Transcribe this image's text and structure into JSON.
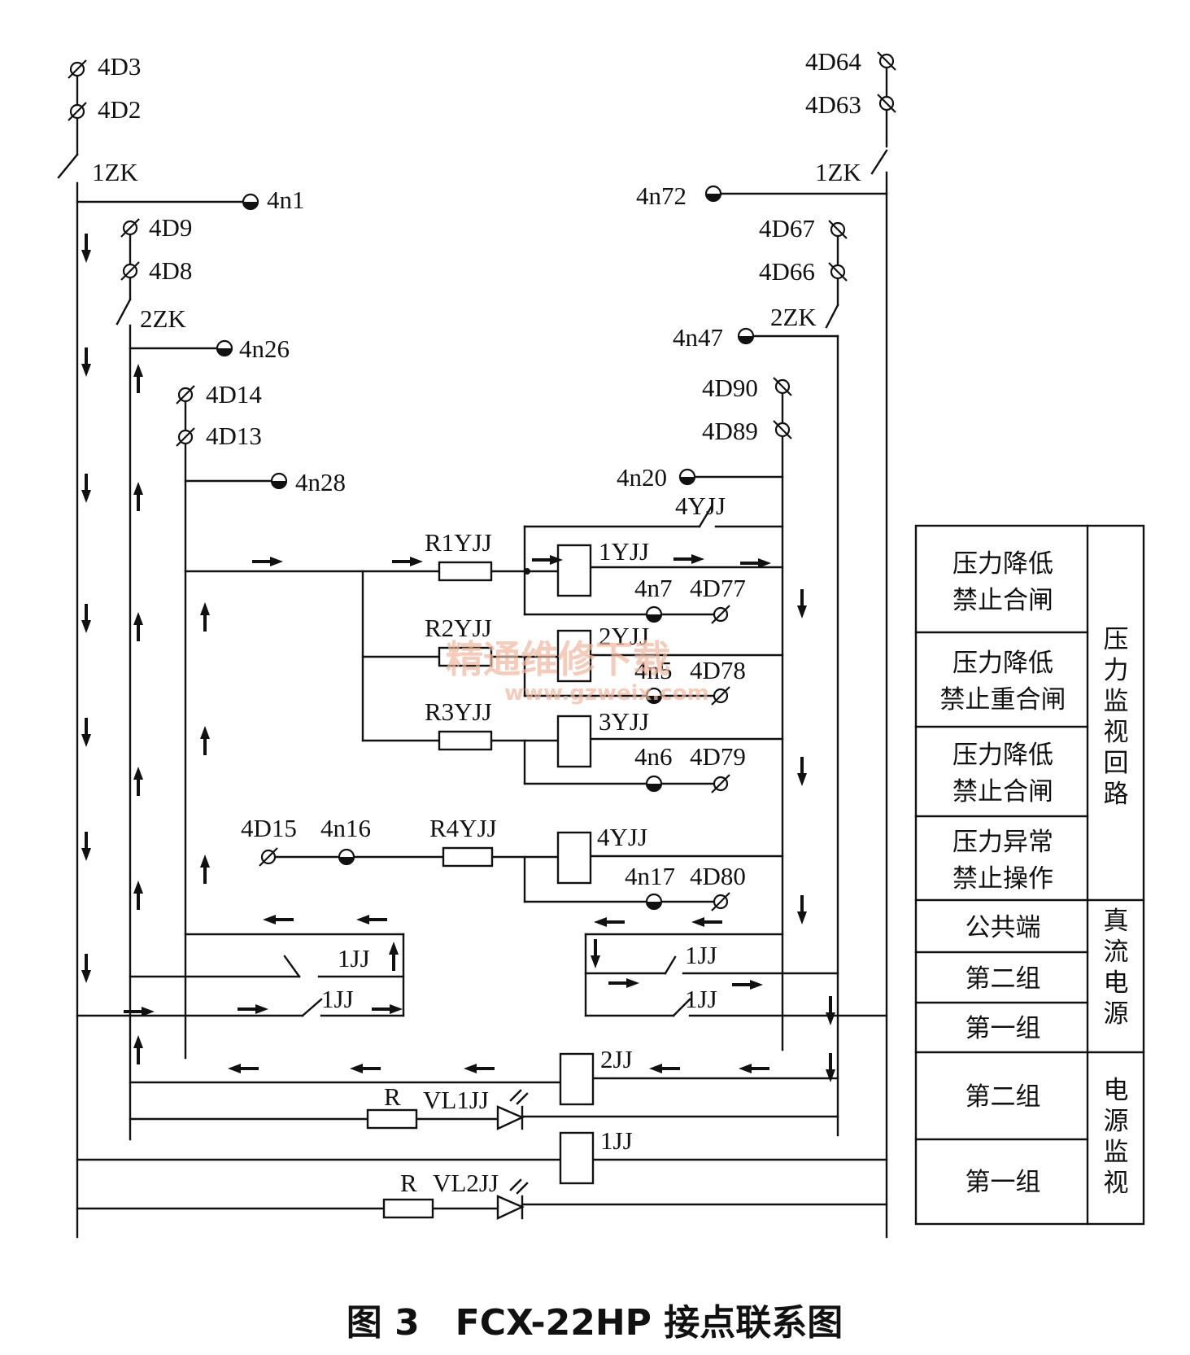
{
  "terminals": {
    "t4D3": "4D3",
    "t4D2": "4D2",
    "t4D64": "4D64",
    "t4D63": "4D63",
    "t4D9": "4D9",
    "t4D8": "4D8",
    "t4D67": "4D67",
    "t4D66": "4D66",
    "t4D14": "4D14",
    "t4D13": "4D13",
    "t4D90": "4D90",
    "t4D89": "4D89",
    "t4D77": "4D77",
    "t4D78": "4D78",
    "t4D79": "4D79",
    "t4D80": "4D80",
    "t4D15": "4D15"
  },
  "nodes": {
    "n1": "4n1",
    "n72": "4n72",
    "n26": "4n26",
    "n47": "4n47",
    "n28": "4n28",
    "n20": "4n20",
    "n7": "4n7",
    "n5": "4n5",
    "n6": "4n6",
    "n16": "4n16",
    "n17": "4n17"
  },
  "switches": {
    "zk1": "1ZK",
    "zk2": "2ZK"
  },
  "components": {
    "r1": "R1YJJ",
    "r2": "R2YJJ",
    "r3": "R3YJJ",
    "r4": "R4YJJ",
    "c1": "1YJJ",
    "c2": "2YJJ",
    "c3": "3YJJ",
    "c4": "4YJJ",
    "c4b": "4YJJ",
    "jj1a": "1JJ",
    "jj1b": "1JJ",
    "jj1c": "1JJ",
    "jj1d": "1JJ",
    "jj1e": "1JJ",
    "jj2": "2JJ",
    "ra": "R",
    "rb": "R",
    "vl1": "VL1JJ",
    "vl2": "VL2JJ"
  },
  "legend": {
    "rows": [
      {
        "line1": "压力降低",
        "line2": "禁止合闸"
      },
      {
        "line1": "压力降低",
        "line2": "禁止重合闸"
      },
      {
        "line1": "压力降低",
        "line2": "禁止合闸"
      },
      {
        "line1": "压力异常",
        "line2": "禁止操作"
      },
      {
        "line1": "公共端"
      },
      {
        "line1": "第二组"
      },
      {
        "line1": "第一组"
      },
      {
        "line1": "第二组"
      },
      {
        "line1": "第一组"
      }
    ],
    "group1": "压力监视回路",
    "group2": "真流电源",
    "group3": "电源监视"
  },
  "watermark": {
    "cn": "精通维修下载",
    "url": "www.gzweix.com"
  },
  "caption": "图 3　FCX-22HP 接点联系图"
}
